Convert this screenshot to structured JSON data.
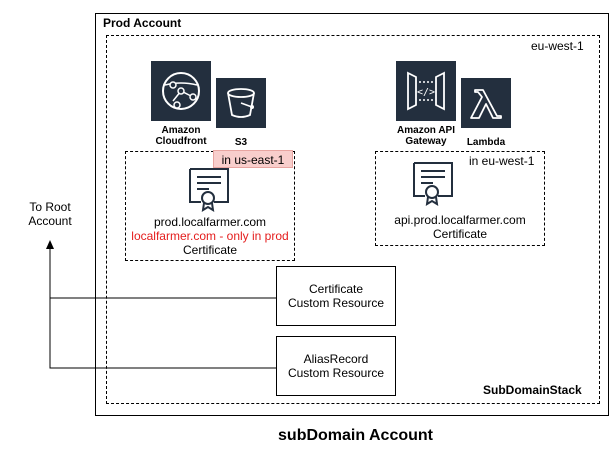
{
  "account": {
    "label": "Prod Account"
  },
  "region": {
    "label": "eu-west-1"
  },
  "stack": {
    "label": "SubDomainStack"
  },
  "services": {
    "cloudfront": "Amazon\nCloudfront",
    "s3": "S3",
    "apigateway": "Amazon API\nGateway",
    "lambda": "Lambda"
  },
  "cert_us": {
    "region_badge": "in us-east-1",
    "domain": "prod.localfarmer.com",
    "note": "localfarmer.com - only in prod",
    "label": "Certificate"
  },
  "cert_eu": {
    "region_badge": "in eu-west-1",
    "domain": "api.prod.localfarmer.com",
    "label": "Certificate"
  },
  "resources": {
    "certificate": "Certificate\nCustom Resource",
    "alias": "AliasRecord\nCustom Resource"
  },
  "root": {
    "label": "To Root\nAccount"
  },
  "footer": {
    "title": "subDomain Account"
  },
  "colors": {
    "accent_red": "#e41d1d",
    "badge_bg": "#f8cecc",
    "badge_border": "#b85450",
    "icon_bg": "#232f3e"
  }
}
